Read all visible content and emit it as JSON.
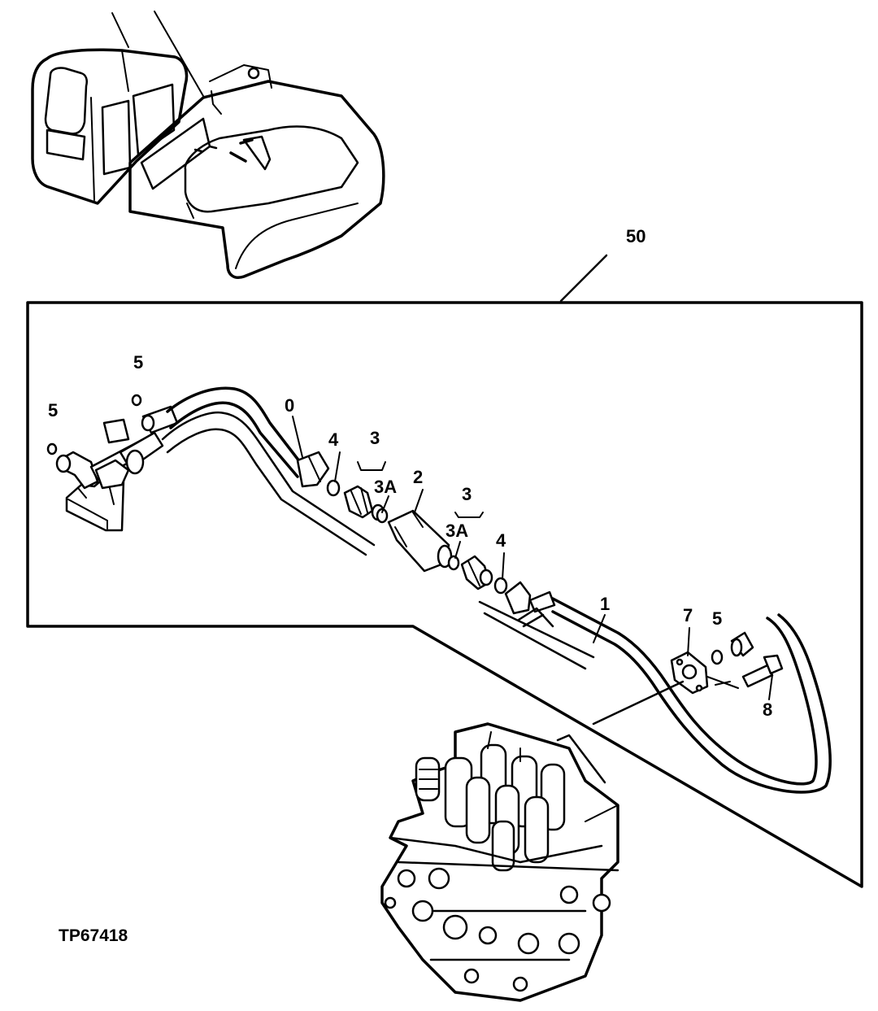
{
  "figure_id": "TP67418",
  "callouts": {
    "assembly": "50",
    "hose_0": "0",
    "tube_1": "1",
    "check_valve_2": "2",
    "adapter_3_left": "3",
    "oring_3a_left": "3A",
    "adapter_3_right": "3",
    "oring_3a_right": "3A",
    "oring_4_left": "4",
    "oring_4_right": "4",
    "oring_5_top": "5",
    "oring_5_left": "5",
    "oring_5_right": "5",
    "flange_7": "7",
    "bolt_8": "8"
  }
}
